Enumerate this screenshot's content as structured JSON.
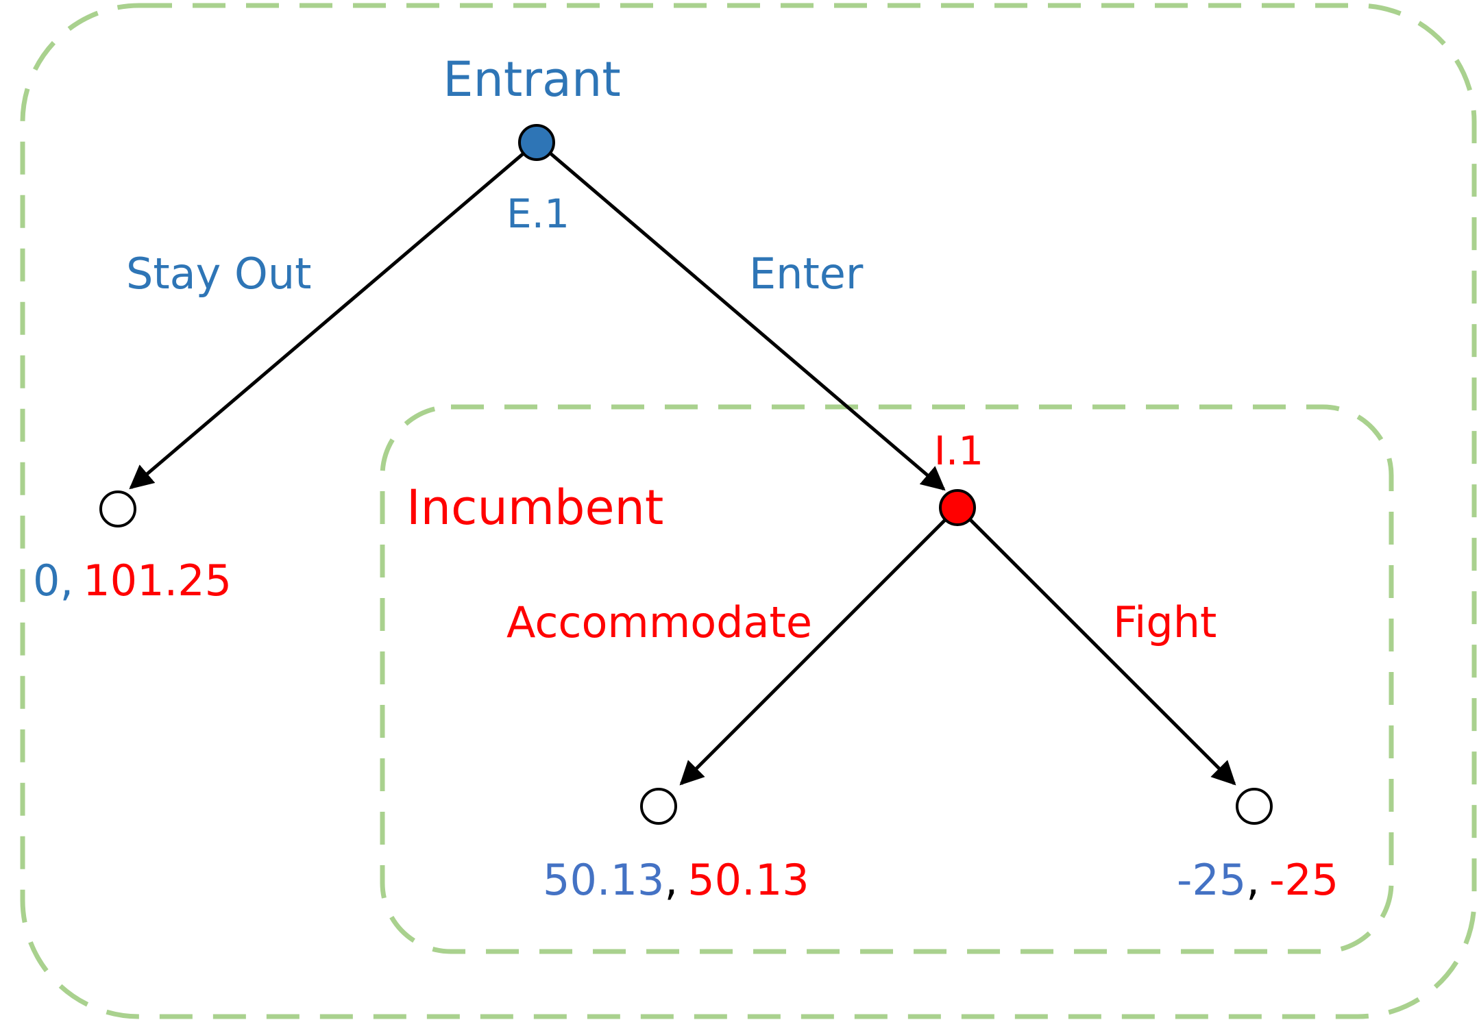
{
  "colors": {
    "entrant": "#2e75b6",
    "entrant_payoff_lower": "#4472c4",
    "incumbent": "#ff0000",
    "frame": "#a9d18e",
    "edge": "#000000"
  },
  "players": {
    "entrant": "Entrant",
    "incumbent": "Incumbent"
  },
  "nodes": {
    "entrant_node": "E.1",
    "incumbent_node": "I.1"
  },
  "actions": {
    "stay_out": "Stay Out",
    "enter": "Enter",
    "accommodate": "Accommodate",
    "fight": "Fight"
  },
  "payoffs": {
    "stay_out": {
      "entrant": "0",
      "separator": ",",
      "incumbent": "101.25"
    },
    "accommodate": {
      "entrant": "50.13",
      "separator": ",",
      "incumbent": "50.13"
    },
    "fight": {
      "entrant": "-25",
      "separator": ",",
      "incumbent": "-25"
    }
  }
}
